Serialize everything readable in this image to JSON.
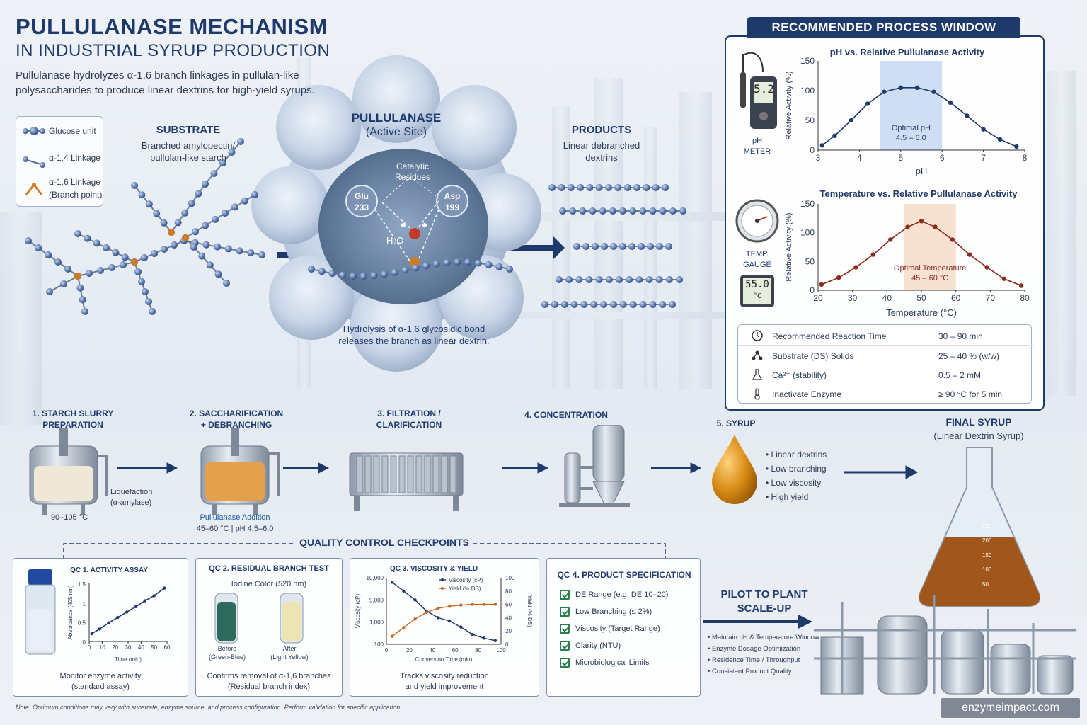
{
  "header": {
    "title_line1": "PULLULANASE MECHANISM",
    "title_line2": "IN INDUSTRIAL SYRUP PRODUCTION",
    "intro": "Pullulanase hydrolyzes α-1,6 branch linkages in pullulan-like polysaccharides to produce linear dextrins for high-yield syrups."
  },
  "legend": {
    "glucose": "Glucose unit",
    "a14": "α-1,4 Linkage",
    "a16_line1": "α-1,6 Linkage",
    "a16_line2": "(Branch point)"
  },
  "substrate": {
    "title": "SUBSTRATE",
    "line1": "Branched amylopectin/",
    "line2": "pullulan-like starch"
  },
  "enzyme": {
    "title": "PULLULANASE",
    "subtitle": "(Active Site)",
    "catalytic_line1": "Catalytic",
    "catalytic_line2": "Residues",
    "glu_name": "Glu",
    "glu_num": "233",
    "asp_name": "Asp",
    "asp_num": "199",
    "water": "H₂O",
    "caption_line1": "Hydrolysis of α-1,6 glycosidic bond",
    "caption_line2": "releases the branch as linear dextrin."
  },
  "products": {
    "title": "PRODUCTS",
    "line1": "Linear debranched",
    "line2": "dextrins"
  },
  "process_window": {
    "title": "RECOMMENDED PROCESS WINDOW",
    "ph_meter_reading": "5.2",
    "ph_meter_line1": "pH",
    "ph_meter_line2": "METER",
    "temp_gauge_line1": "TEMP.",
    "temp_gauge_line2": "GAUGE",
    "temp_display": "55.0",
    "temp_unit": "°C",
    "params": [
      {
        "label": "Recommended Reaction Time",
        "value": "30 – 90 min"
      },
      {
        "label": "Substrate (DS) Solids",
        "value": "25 – 40 % (w/w)"
      },
      {
        "label": "Ca²⁺ (stability)",
        "value": "0.5 – 2 mM"
      },
      {
        "label": "Inactivate Enzyme",
        "value": "≥ 90 °C for 5 min"
      }
    ]
  },
  "chart_data": [
    {
      "type": "line",
      "title": "pH vs. Relative Pullulanase Activity",
      "xlabel": "pH",
      "ylabel": "Relative Activity (%)",
      "xlim": [
        3,
        8
      ],
      "ylim": [
        0,
        150
      ],
      "xticks": [
        3,
        4,
        5,
        6,
        7,
        8
      ],
      "yticks": [
        0,
        50,
        100,
        150
      ],
      "x": [
        3.1,
        3.4,
        3.8,
        4.2,
        4.6,
        5.0,
        5.4,
        5.8,
        6.2,
        6.6,
        7.0,
        7.4,
        7.8
      ],
      "y": [
        8,
        24,
        50,
        78,
        98,
        105,
        105,
        98,
        80,
        58,
        35,
        18,
        6
      ],
      "color": "#1e3a6b",
      "band": [
        4.5,
        6.0
      ],
      "band_color": "#b9d2ee",
      "band_label_line1": "Optimal pH",
      "band_label_line2": "4.5 – 6.0"
    },
    {
      "type": "line",
      "title": "Temperature vs. Relative Pullulanase Activity",
      "xlabel": "Temperature (°C)",
      "ylabel": "Relative Activity (%)",
      "xlim": [
        20,
        80
      ],
      "ylim": [
        0,
        150
      ],
      "xticks": [
        20,
        30,
        40,
        50,
        60,
        70,
        80
      ],
      "yticks": [
        0,
        50,
        100,
        150
      ],
      "x": [
        21,
        26,
        31,
        36,
        41,
        46,
        50,
        54,
        59,
        64,
        69,
        74,
        79
      ],
      "y": [
        10,
        22,
        40,
        62,
        88,
        110,
        120,
        110,
        88,
        62,
        40,
        20,
        8
      ],
      "color": "#8b2a1e",
      "band": [
        45,
        60
      ],
      "band_color": "#f4d6bd",
      "band_label_line1": "Optimal Temperature",
      "band_label_line2": "45 – 60 °C"
    },
    {
      "type": "line",
      "title": "QC 1. ACTIVITY ASSAY",
      "xlabel": "Time (min)",
      "ylabel": "Absorbance (405 nm)",
      "xlim": [
        0,
        60
      ],
      "ylim": [
        0,
        1.5
      ],
      "xticks": [
        0,
        10,
        20,
        30,
        40,
        50,
        60
      ],
      "yticks": [
        0.0,
        0.5,
        1.0,
        1.5
      ],
      "x": [
        2,
        8,
        15,
        22,
        29,
        36,
        43,
        50,
        58
      ],
      "y": [
        0.2,
        0.32,
        0.48,
        0.62,
        0.76,
        0.9,
        1.05,
        1.18,
        1.38
      ],
      "color": "#1e3a6b"
    },
    {
      "type": "line",
      "title": "QC 3. VISCOSITY & YIELD",
      "xlabel": "Conversion Time (min)",
      "ylabel": "Viscosity (cP)",
      "ylabel_right": "Yield (% DS)",
      "xlim": [
        0,
        100
      ],
      "xticks": [
        0,
        20,
        40,
        60,
        80,
        100
      ],
      "yticks_left": [
        "100",
        "1,000",
        "5,000",
        "10,000"
      ],
      "yticks_right": [
        0,
        20,
        40,
        60,
        80,
        100
      ],
      "series": [
        {
          "name": "Viscosity (cP)",
          "x": [
            5,
            15,
            25,
            35,
            45,
            55,
            65,
            75,
            85,
            95
          ],
          "y": [
            9000,
            7000,
            5000,
            3000,
            1800,
            1200,
            800,
            500,
            350,
            250
          ],
          "color": "#1e3a6b"
        },
        {
          "name": "Yield (% DS)",
          "x": [
            5,
            15,
            25,
            35,
            45,
            55,
            65,
            75,
            85,
            95
          ],
          "y": [
            12,
            25,
            38,
            48,
            54,
            57,
            59,
            60,
            60,
            60
          ],
          "color": "#c6651f"
        }
      ]
    }
  ],
  "process_steps": [
    {
      "line1": "1. STARCH SLURRY",
      "line2": "PREPARATION"
    },
    {
      "line1": "2. SACCHARIFICATION",
      "line2": "+ DEBRANCHING"
    },
    {
      "line1": "3. FILTRATION /",
      "line2": "CLARIFICATION"
    },
    {
      "line1": "4. CONCENTRATION",
      "line2": ""
    },
    {
      "line1": "5. SYRUP",
      "line2": ""
    }
  ],
  "step_captions": {
    "liquefaction_line1": "Liquefaction",
    "liquefaction_line2": "(α-amylase)",
    "temp1": "90–105 °C",
    "pullulanase_addition": "Pullulanase Addition",
    "cond2": "45–60 °C | pH 4.5–6.0"
  },
  "syrup_bullets": [
    "Linear dextrins",
    "Low branching",
    "Low viscosity",
    "High yield"
  ],
  "final_syrup": {
    "title": "FINAL SYRUP",
    "subtitle": "(Linear Dextrin Syrup)",
    "marks": [
      "250",
      "200",
      "150",
      "100",
      "50"
    ]
  },
  "qc": {
    "title": "QUALITY CONTROL CHECKPOINTS",
    "qc1_caption_line1": "Monitor enzyme activity",
    "qc1_caption_line2": "(standard assay)",
    "qc2_title": "QC 2. RESIDUAL BRANCH TEST",
    "qc2_sub": "Iodine Color (520 nm)",
    "qc2_before_line1": "Before",
    "qc2_before_line2": "(Green-Blue)",
    "qc2_after_line1": "After",
    "qc2_after_line2": "(Light Yellow)",
    "qc2_caption_line1": "Confirms removal of α-1,6  branches",
    "qc2_caption_line2": "(Residual branch index)",
    "qc3_caption_line1": "Tracks viscosity reduction",
    "qc3_caption_line2": "and yield improvement",
    "qc4_title": "QC 4. PRODUCT SPECIFICATION",
    "qc4_items": [
      "DE Range (e.g, DE 10–20)",
      "Low Branching (≤ 2%)",
      "Viscosity (Target Range)",
      "Clarity (NTU)",
      "Microbiological Limits"
    ]
  },
  "scaleup": {
    "title_line1": "PILOT TO PLANT",
    "title_line2": "SCALE-UP",
    "bullets": [
      "Maintain pH & Temperature Window",
      "Enzyme Dosage Optimization",
      "Residence Time / Throughput",
      "Consistent Product Quality"
    ]
  },
  "footer": "Note: Optimum conditions may vary with substrate, enzyme source, and process configuration. Perform validation for specific application.",
  "brand": "enzymeimpact.com"
}
